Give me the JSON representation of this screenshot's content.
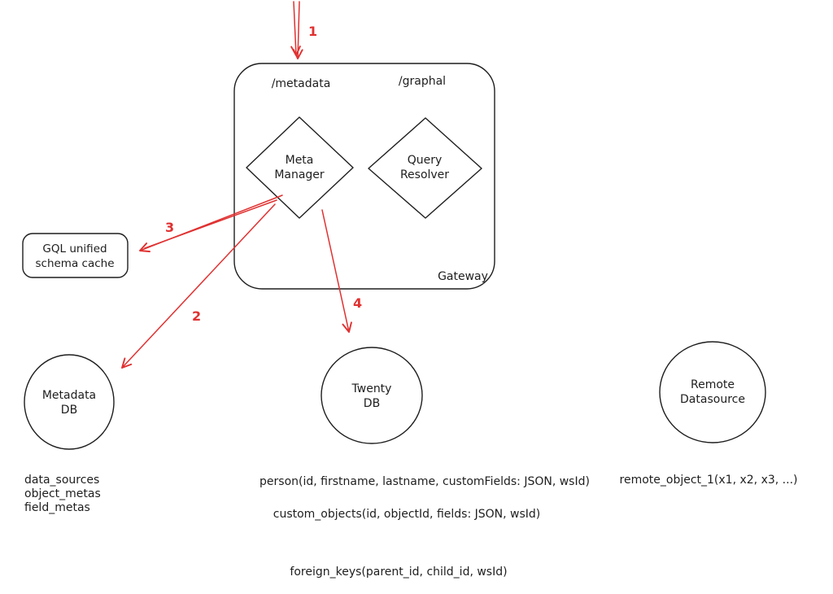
{
  "diagram": {
    "colors": {
      "ink": "#1e1e1e",
      "accent_arrow": "#e03131",
      "background": "#ffffff"
    },
    "gateway": {
      "label": "Gateway",
      "endpoints": {
        "metadata": "/metadata",
        "graphql": "/graphal"
      },
      "meta_manager": {
        "line1": "Meta",
        "line2": "Manager"
      },
      "query_resolver": {
        "line1": "Query",
        "line2": "Resolver"
      }
    },
    "schema_cache": {
      "line1": "GQL unified",
      "line2": "schema cache"
    },
    "databases": {
      "metadata_db": {
        "line1": "Metadata",
        "line2": "DB"
      },
      "twenty_db": {
        "line1": "Twenty",
        "line2": "DB"
      },
      "remote_datasource": {
        "line1": "Remote",
        "line2": "Datasource"
      }
    },
    "arrows": {
      "a1": "1",
      "a2": "2",
      "a3": "3",
      "a4": "4"
    },
    "annotations": {
      "metadata_tables": {
        "line1": "data_sources",
        "line2": "object_metas",
        "line3": "field_metas"
      },
      "person_table": "person(id, firstname, lastname, customFields: JSON, wsId)",
      "custom_objects_table": "custom_objects(id, objectId, fields: JSON, wsId)",
      "remote_object_table": "remote_object_1(x1, x2, x3, ...)",
      "foreign_keys_table": "foreign_keys(parent_id, child_id, wsId)"
    }
  }
}
